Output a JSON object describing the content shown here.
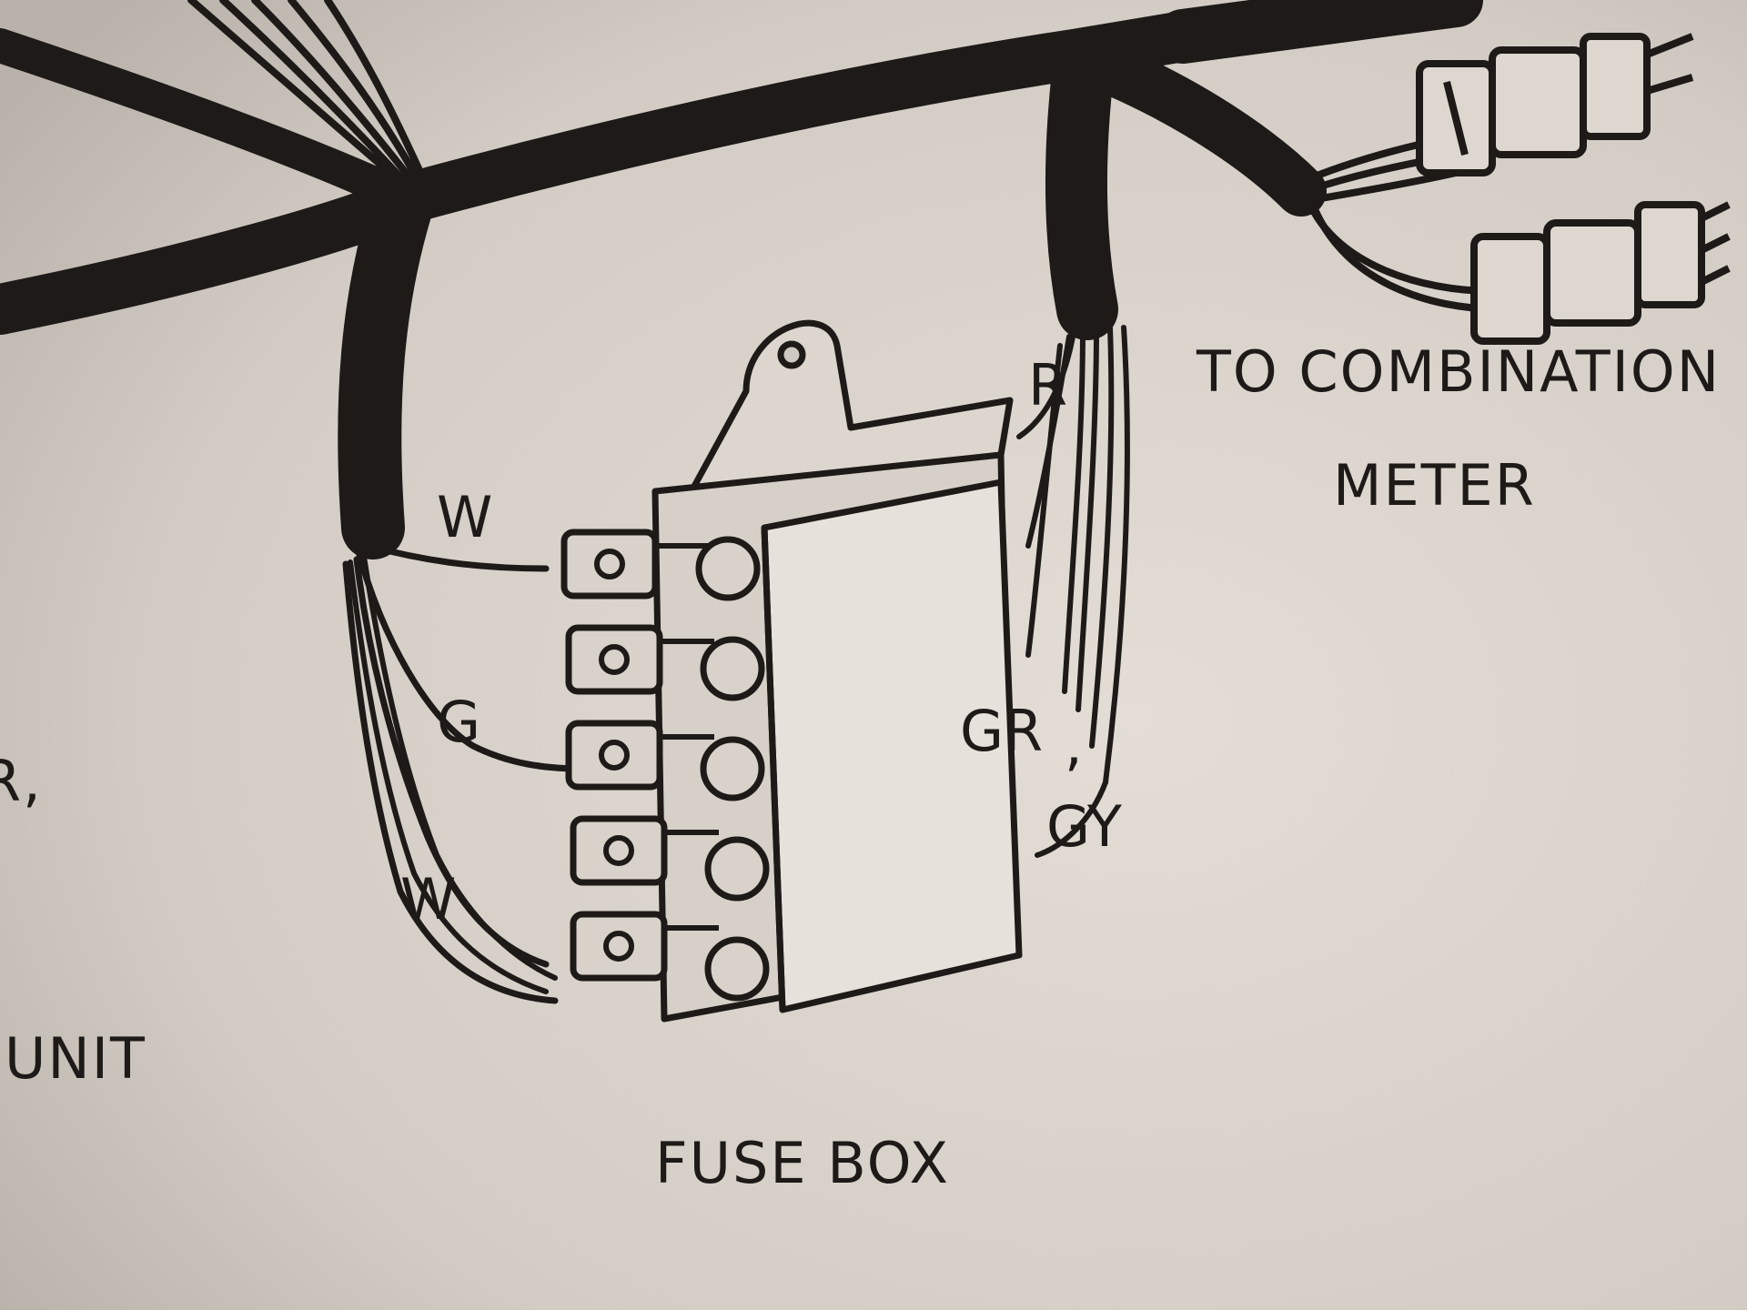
{
  "labels": {
    "combination_meter_line1": "TO COMBINATION",
    "combination_meter_line2": "METER",
    "fuse_box": "FUSE BOX",
    "unit": "UNIT",
    "partial_left": "R,"
  },
  "wire_labels": {
    "w_top": "W",
    "g": "G",
    "w_bottom": "W",
    "r": "R",
    "gr": "GR",
    "gy": "GY",
    "comma": ","
  },
  "colors": {
    "paper": "#cfc9c2",
    "ink": "#1d1a18",
    "fuse_face": "#e6e1da"
  }
}
